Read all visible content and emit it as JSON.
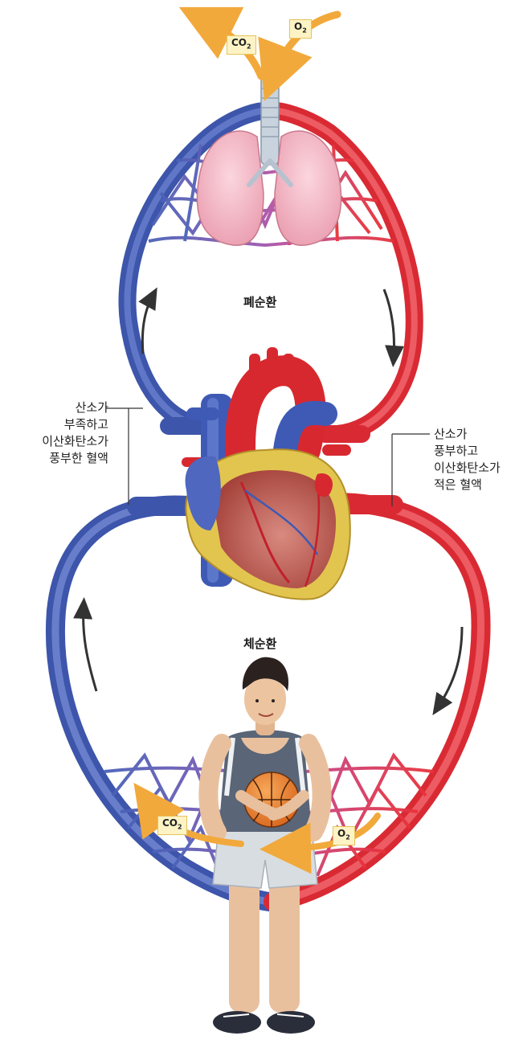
{
  "labels": {
    "pulmonary_circulation": "폐순환",
    "systemic_circulation": "체순환",
    "oxygen_poor_blood": [
      "산소가",
      "부족하고",
      "이산화탄소가",
      "풍부한 혈액"
    ],
    "oxygen_rich_blood": [
      "산소가",
      "풍부하고",
      "이산화탄소가",
      "적은 혈액"
    ]
  },
  "gases": {
    "lungs_out": {
      "base": "CO",
      "sub": "2"
    },
    "lungs_in": {
      "base": "O",
      "sub": "2"
    },
    "tissue_out": {
      "base": "CO",
      "sub": "2"
    },
    "tissue_in": {
      "base": "O",
      "sub": "2"
    }
  },
  "icons": [
    "lungs-icon",
    "heart-icon",
    "person-figure",
    "basketball-icon",
    "flow-arrow-icon"
  ],
  "colors": {
    "deoxygenated": "#4a62b8",
    "oxygenated": "#e8323a",
    "capillary": "#b24a9a",
    "gas_arrow": "#f2a93b",
    "lung": "#f3b7c4"
  }
}
